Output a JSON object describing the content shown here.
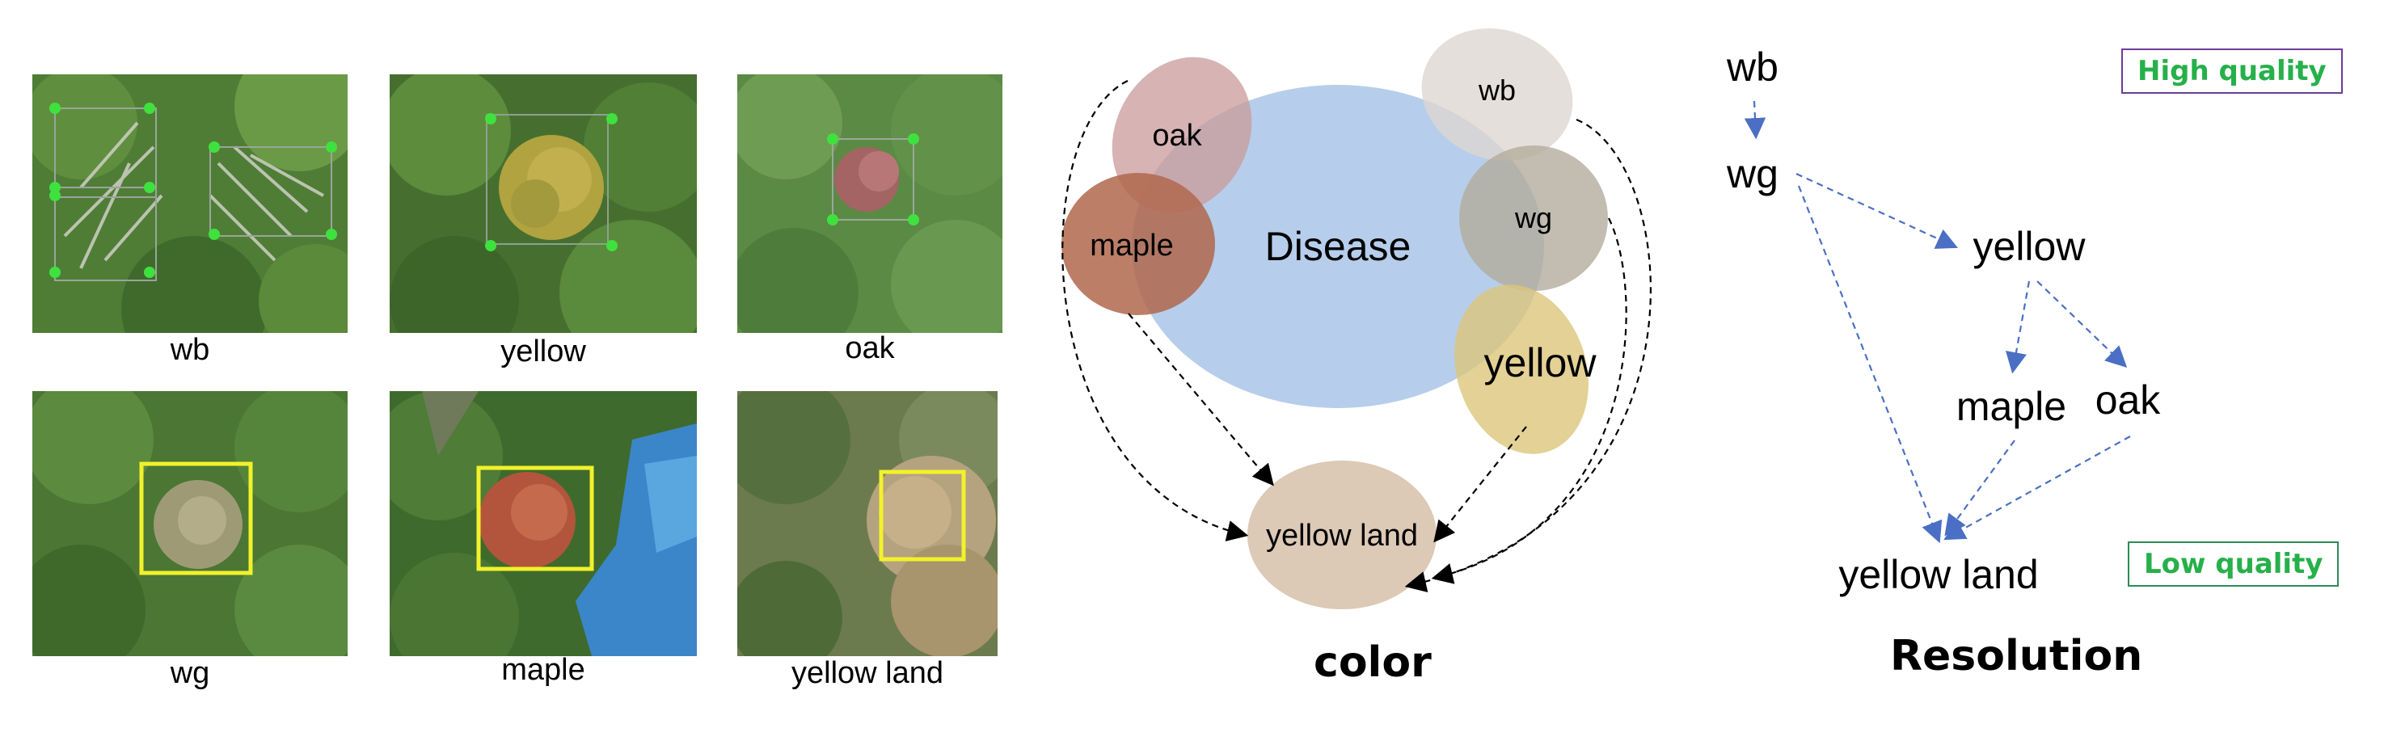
{
  "photos": {
    "wb": "wb",
    "yellow": "yellow",
    "oak": "oak",
    "wg": "wg",
    "maple": "maple",
    "yellow_land": "yellow land"
  },
  "color_diagram": {
    "title": "color",
    "center": "Disease",
    "oak": "oak",
    "maple": "maple",
    "wb": "wb",
    "wg": "wg",
    "yellow": "yellow",
    "yellow_land": "yellow land",
    "colors": {
      "disease": "#a9c6e8",
      "oak": "#c99a9a",
      "maple": "#b0674c",
      "wb": "#ddd7d2",
      "wg": "#b3ad9c",
      "yellow": "#dcc67a",
      "yellow_land": "#dcc9b6"
    }
  },
  "resolution_diagram": {
    "title": "Resolution",
    "high_quality": "High quality",
    "low_quality": "Low quality",
    "wb": "wb",
    "wg": "wg",
    "yellow": "yellow",
    "maple": "maple",
    "oak": "oak",
    "yellow_land": "yellow land",
    "arrow_color": "#4a6fc4"
  }
}
